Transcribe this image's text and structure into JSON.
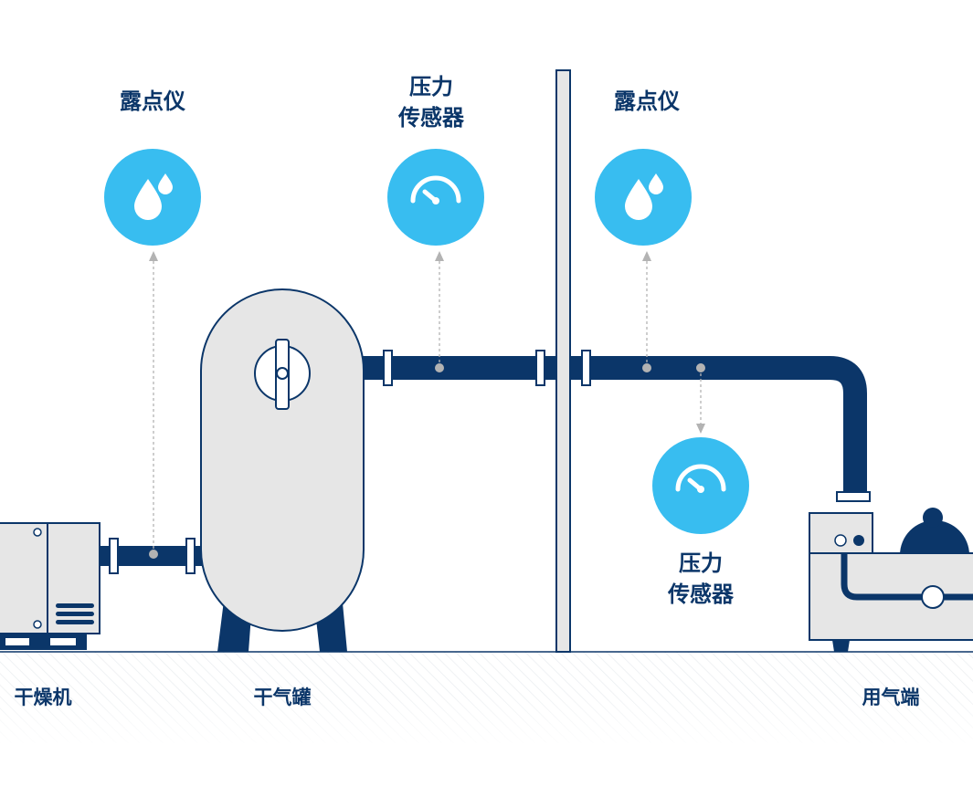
{
  "labels": {
    "dew_point_left": "露点仪",
    "pressure_top_line1": "压力",
    "pressure_top_line2": "传感器",
    "dew_point_right": "露点仪",
    "pressure_bottom_line1": "压力",
    "pressure_bottom_line2": "传感器",
    "dryer": "干燥机",
    "tank": "干气罐",
    "end_use": "用气端"
  },
  "icons": {
    "dew_point_left": "water-drops-icon",
    "pressure_top": "gauge-icon",
    "dew_point_right": "water-drops-icon",
    "pressure_bottom": "gauge-icon"
  },
  "colors": {
    "pipe": "#0b3669",
    "sensor": "#38bdf0",
    "equipment": "#e6e6e6",
    "outline": "#0b3669",
    "label": "#0b3669",
    "leader": "#b3b3b3"
  }
}
